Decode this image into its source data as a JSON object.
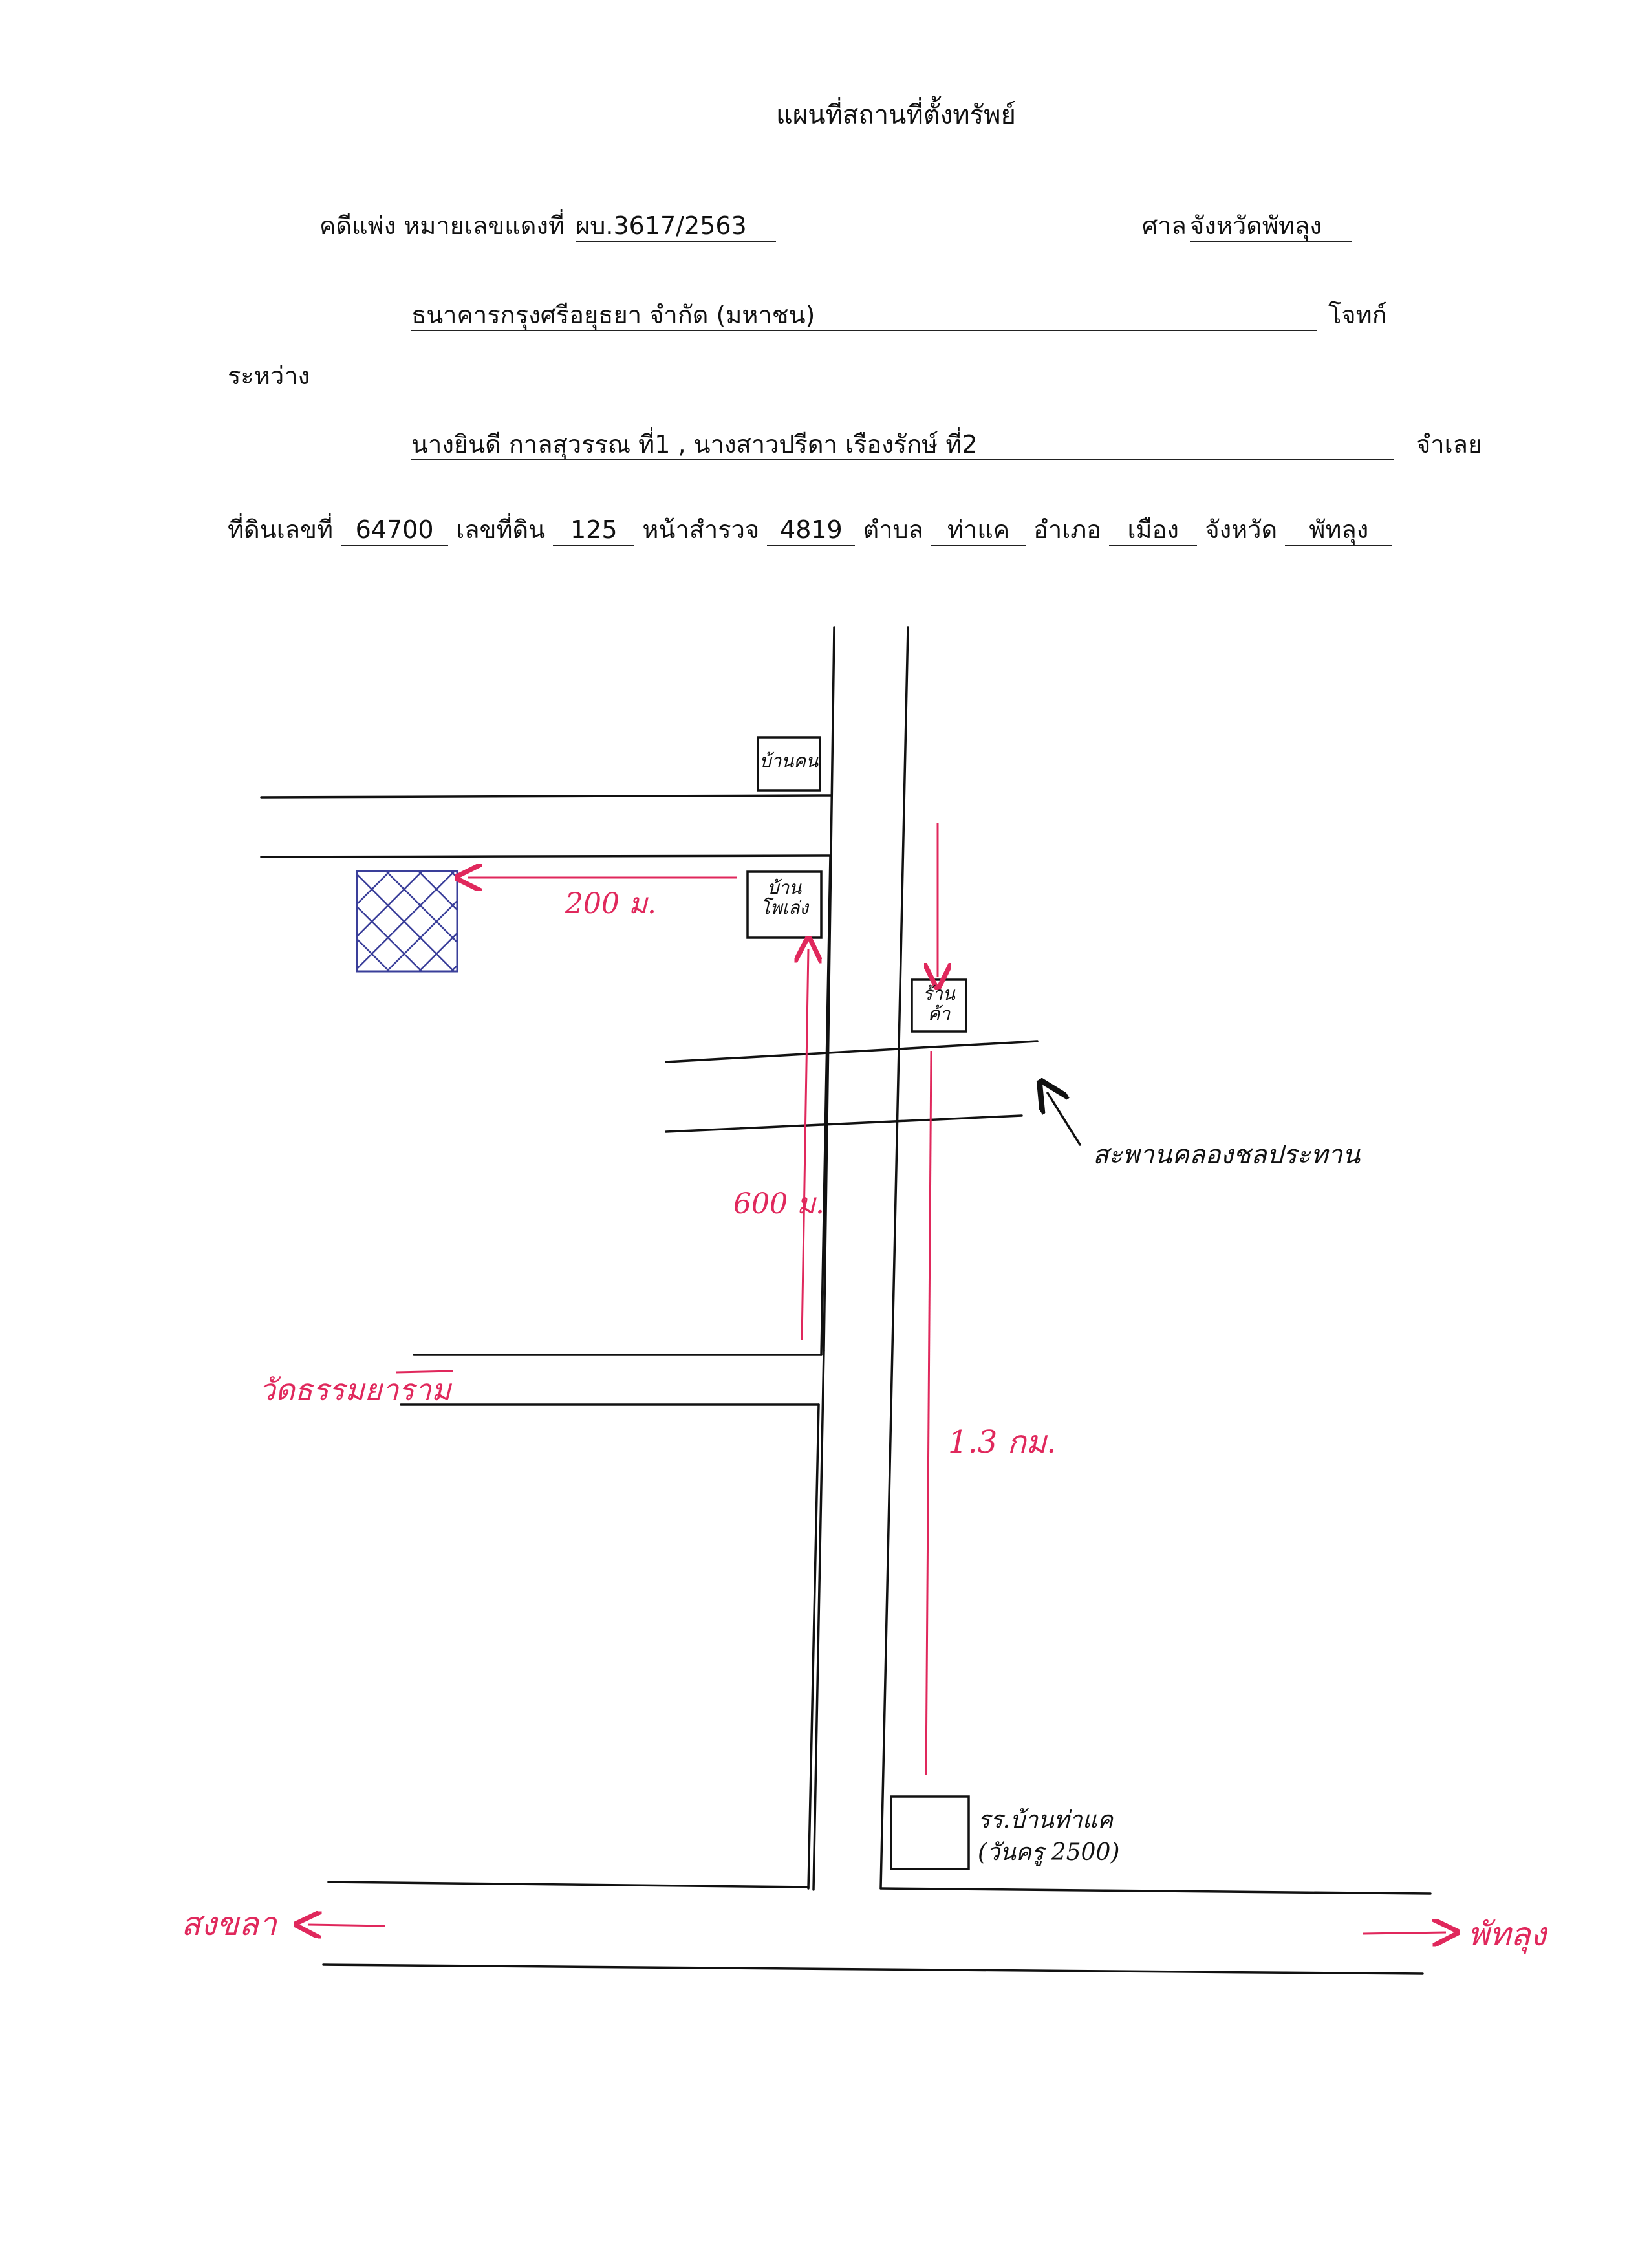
{
  "document": {
    "title": "แผนที่สถานที่ตั้งทรัพย์",
    "case_label": "คดีแพ่ง หมายเลขแดงที่",
    "case_number": "ผบ.3617/2563",
    "court_label": "ศาล",
    "court_name": "จังหวัดพัทลุง",
    "plaintiff": "ธนาคารกรุงศรีอยุธยา จำกัด (มหาชน)",
    "plaintiff_role": "โจทก์",
    "between": "ระหว่าง",
    "defendants": "นางยินดี กาลสุวรรณ ที่1 , นางสาวปรีดา เรืองรักษ์ ที่2",
    "defendant_role": "จำเลย",
    "land": {
      "deed_label": "ที่ดินเลขที่",
      "deed_no": "64700",
      "parcel_label": "เลขที่ดิน",
      "parcel_no": "125",
      "survey_label": "หน้าสำรวจ",
      "survey_no": "4819",
      "subdistrict_label": "ตำบล",
      "subdistrict": "ท่าแค",
      "district_label": "อำเภอ",
      "district": "เมือง",
      "province_label": "จังหวัด",
      "province": "พัทลุง"
    }
  },
  "map": {
    "labels": {
      "house_top": "บ้านคน",
      "house_poolfa": "บ้าน\nโพเล่ง",
      "shop": "ร้าน\nค้า",
      "bridge": "สะพานคลองชลประทาน",
      "dist_200": "200 ม.",
      "dist_600": "600 ม.",
      "dist_13": "1.3 กม.",
      "temple": "วัดธรรมยาราม",
      "school": "รร.บ้านท่าแค\n(วันครู 2500)",
      "songkhla": "สงขลา",
      "phatthalung": "พัทลุง"
    },
    "colors": {
      "ink": "#111111",
      "red": "#e0285c",
      "blue": "#3a3f9a"
    }
  }
}
